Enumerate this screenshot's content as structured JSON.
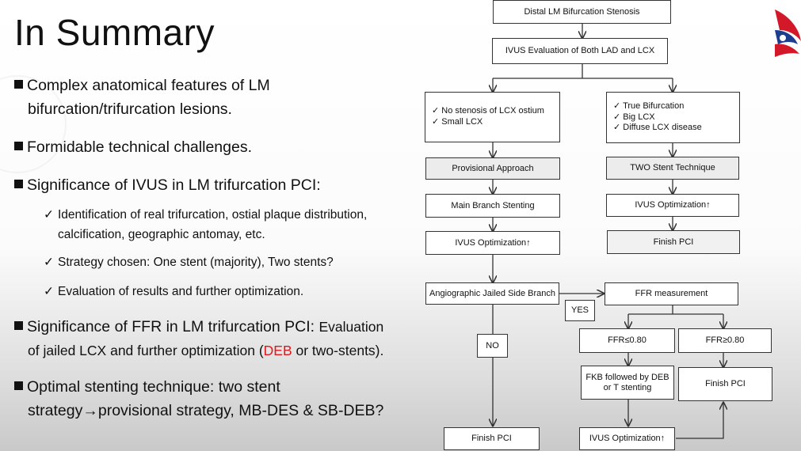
{
  "title": "In Summary",
  "bullets": {
    "b1_line1": "Complex anatomical features of LM",
    "b1_line2": "bifurcation/trifurcation lesions.",
    "b2": "Formidable technical challenges.",
    "b3": "Significance of IVUS in LM trifurcation PCI:",
    "s1_line1": "Identification of real trifurcation, ostial plaque distribution,",
    "s1_line2": "calcification, geographic antomay, etc.",
    "s2": "Strategy chosen: One stent (majority), Two stents?",
    "s3": "Evaluation of results and further optimization.",
    "b4_line1a": "Significance of FFR in LM trifurcation PCI: ",
    "b4_line1b": "Evaluation",
    "b4_line2a": "of jailed LCX and further optimization (",
    "b4_line2red": "DEB",
    "b4_line2b": " or two-stents).",
    "b5_line1": "Optimal stenting technique: two stent",
    "b5_line2": "strategy→provisional strategy, MB-DES & SB-DEB?",
    "check": "✓"
  },
  "flowchart": {
    "top": "Distal LM Bifurcation Stenosis",
    "ivus_eval": "IVUS Evaluation of Both LAD and LCX",
    "left_crit": [
      "✓ No stenosis of LCX ostium",
      "✓ Small LCX"
    ],
    "right_crit": [
      "✓ True Bifurcation",
      "✓ Big LCX",
      "✓ Diffuse LCX disease"
    ],
    "provisional": "Provisional Approach",
    "two_stent": "TWO Stent Technique",
    "main_branch": "Main Branch Stenting",
    "ivus_opt_right": "IVUS Optimization↑",
    "ivus_opt_left": "IVUS Optimization↑",
    "finish_right": "Finish PCI",
    "angio": "Angiographic Jailed Side Branch",
    "yes": "YES",
    "ffr_meas": "FFR measurement",
    "no": "NO",
    "ffr_le": "FFR≤0.80",
    "ffr_ge": "FFR≥0.80",
    "fkb_line1": "FKB followed by DEB",
    "fkb_line2": "or T stenting",
    "finish_ffr": "Finish PCI",
    "finish_left": "Finish PCI",
    "ivus_opt_bottom": "IVUS Optimization↑"
  },
  "colors": {
    "accent_red": "#e0171b",
    "logo_red": "#d3182a",
    "logo_blue": "#1d3e8f"
  }
}
